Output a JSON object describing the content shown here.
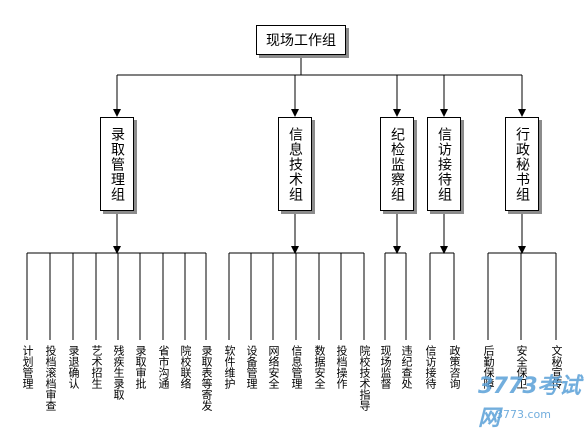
{
  "root": {
    "label": "现场工作组"
  },
  "groups": [
    {
      "label": "录取管理组",
      "items": [
        "计划管理",
        "投档滚档审查",
        "录退确认",
        "艺术招生",
        "残疾生录取",
        "录取审批",
        "省市沟通",
        "院校联络",
        "录取表等寄发"
      ]
    },
    {
      "label": "信息技术组",
      "items": [
        "软件维护",
        "设备管理",
        "网络安全",
        "信息管理",
        "数据安全",
        "投档操作",
        "院校技术指导"
      ]
    },
    {
      "label": "纪检监察组",
      "items": [
        "现场监督",
        "违纪查处"
      ]
    },
    {
      "label": "信访接待组",
      "items": [
        "信访接待",
        "政策咨询"
      ]
    },
    {
      "label": "行政秘书组",
      "items": [
        "后勤保障",
        "安全保卫",
        "文秘宣传"
      ]
    }
  ],
  "watermark": {
    "main": "3773考试网",
    "sub": "3773.com"
  }
}
